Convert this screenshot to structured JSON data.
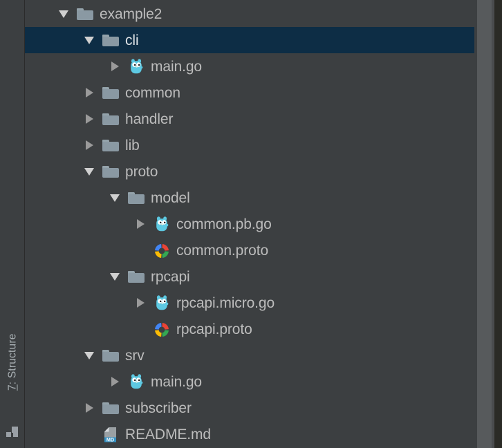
{
  "tool_strip": {
    "tab_number": "7",
    "tab_separator": ": ",
    "tab_name": "Structure",
    "tab_full_label": "7: Structure",
    "structure_icon": "structure-icon"
  },
  "tree": {
    "selected_row": "cli",
    "selection_color": "#0d2d45",
    "text_color": "#bcbcbc",
    "folder_color": "#8a99a3",
    "rows": [
      {
        "label": "example2",
        "depth": 0,
        "icon": "folder-icon",
        "twisty": "expanded",
        "selected": false
      },
      {
        "label": "cli",
        "depth": 1,
        "icon": "folder-icon",
        "twisty": "expanded",
        "selected": true
      },
      {
        "label": "main.go",
        "depth": 2,
        "icon": "go-file-icon",
        "twisty": "collapsed",
        "selected": false
      },
      {
        "label": "common",
        "depth": 1,
        "icon": "folder-icon",
        "twisty": "collapsed",
        "selected": false
      },
      {
        "label": "handler",
        "depth": 1,
        "icon": "folder-icon",
        "twisty": "collapsed",
        "selected": false
      },
      {
        "label": "lib",
        "depth": 1,
        "icon": "folder-icon",
        "twisty": "collapsed",
        "selected": false
      },
      {
        "label": "proto",
        "depth": 1,
        "icon": "folder-icon",
        "twisty": "expanded",
        "selected": false
      },
      {
        "label": "model",
        "depth": 2,
        "icon": "folder-icon",
        "twisty": "expanded",
        "selected": false
      },
      {
        "label": "common.pb.go",
        "depth": 3,
        "icon": "go-file-icon",
        "twisty": "collapsed",
        "selected": false
      },
      {
        "label": "common.proto",
        "depth": 3,
        "icon": "proto-icon",
        "twisty": "none",
        "selected": false
      },
      {
        "label": "rpcapi",
        "depth": 2,
        "icon": "folder-icon",
        "twisty": "expanded",
        "selected": false
      },
      {
        "label": "rpcapi.micro.go",
        "depth": 3,
        "icon": "go-file-icon",
        "twisty": "collapsed",
        "selected": false
      },
      {
        "label": "rpcapi.proto",
        "depth": 3,
        "icon": "proto-icon",
        "twisty": "none",
        "selected": false
      },
      {
        "label": "srv",
        "depth": 1,
        "icon": "folder-icon",
        "twisty": "expanded",
        "selected": false
      },
      {
        "label": "main.go",
        "depth": 2,
        "icon": "go-file-icon",
        "twisty": "collapsed",
        "selected": false
      },
      {
        "label": "subscriber",
        "depth": 1,
        "icon": "folder-icon",
        "twisty": "collapsed",
        "selected": false
      },
      {
        "label": "README.md",
        "depth": 1,
        "icon": "markdown-icon",
        "twisty": "none",
        "selected": false
      }
    ]
  },
  "markdown_badge": "MD",
  "palette": {
    "background": "#3c3f41",
    "selection": "#0d2d45",
    "text": "#bcbcbc",
    "go_blue": "#5dc9e2",
    "proto_blue": "#4285f4",
    "proto_red": "#ea4335",
    "proto_yellow": "#fbbc05",
    "proto_green": "#34a853",
    "md_badge": "#3592c4",
    "scrollbar": "#575a5c"
  }
}
